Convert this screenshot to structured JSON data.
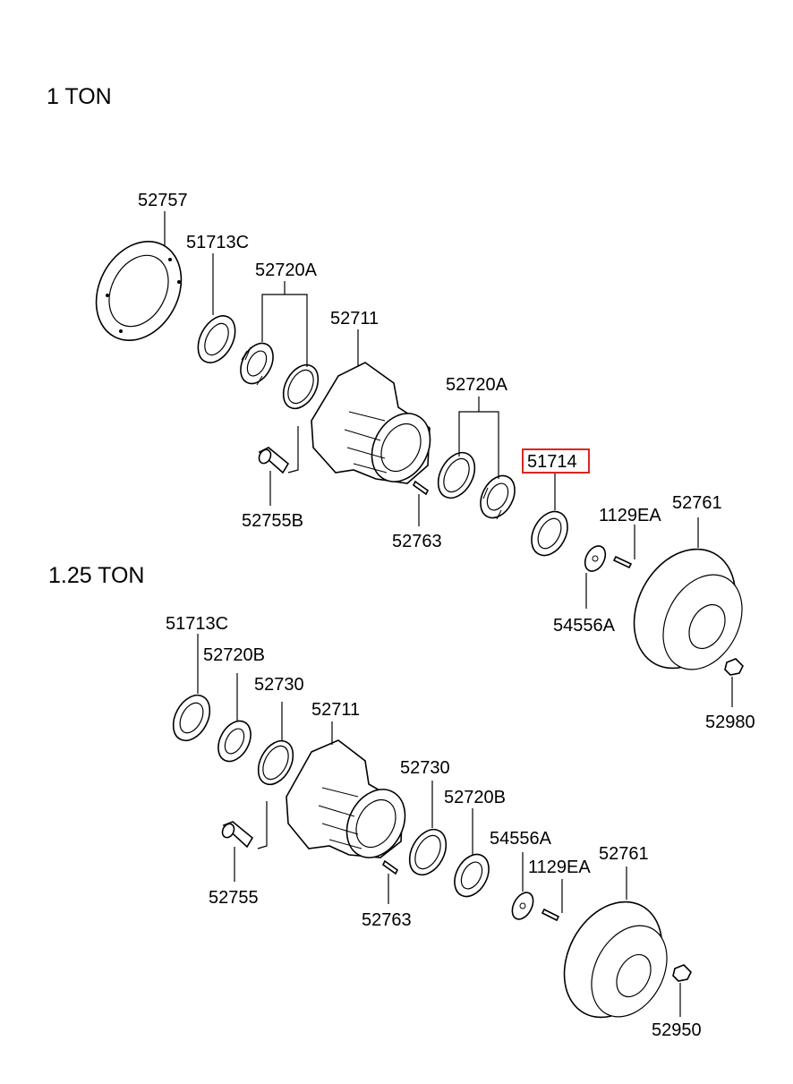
{
  "sections": {
    "one_ton": "1 TON",
    "one_25_ton": "1.25 TON"
  },
  "highlight_color": "#e0241e",
  "top": {
    "p52757": "52757",
    "p51713c": "51713C",
    "p52720a_left": "52720A",
    "p52711": "52711",
    "p52720a_right": "52720A",
    "p51714": "51714",
    "p52755b": "52755B",
    "p52763": "52763",
    "p1129ea": "1129EA",
    "p52761": "52761",
    "p54556a": "54556A",
    "p52980": "52980"
  },
  "bottom": {
    "p51713c": "51713C",
    "p52720b_left": "52720B",
    "p52730_left": "52730",
    "p52711": "52711",
    "p52730_right": "52730",
    "p52720b_right": "52720B",
    "p54556a": "54556A",
    "p1129ea": "1129EA",
    "p52761": "52761",
    "p52755": "52755",
    "p52763": "52763",
    "p52950": "52950"
  }
}
